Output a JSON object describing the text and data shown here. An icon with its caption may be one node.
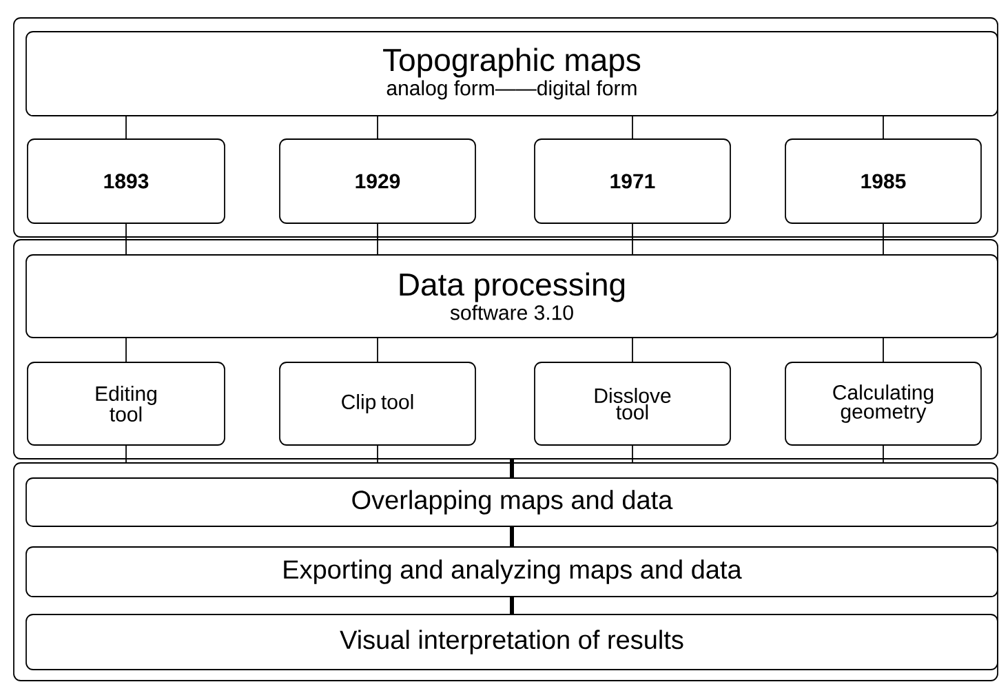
{
  "diagram": {
    "nodes": [
      {
        "text": [],
        "shape": "box"
      },
      {
        "text": [
          "Topographic maps",
          "analog form——digital form"
        ],
        "in": 0
      },
      {
        "text": [
          "1893"
        ],
        "in": 0
      },
      {
        "text": [
          "1929"
        ],
        "in": 0
      },
      {
        "text": [
          "1971"
        ],
        "in": 0
      },
      {
        "text": [
          "1985"
        ],
        "in": 0
      },
      {
        "text": [],
        "shape": "box"
      },
      {
        "text": [
          "Data processing",
          "software 3.10"
        ],
        "in": 6
      },
      {
        "text": [
          "Editing tool"
        ],
        "in": 6
      },
      {
        "text": [
          "Clip tool"
        ],
        "in": 6
      },
      {
        "text": [
          "Disslove tool"
        ],
        "in": 6
      },
      {
        "text": [
          "Calculating geometry"
        ],
        "in": 6
      },
      {
        "text": [],
        "shape": "box"
      },
      {
        "text": [
          "Overlapping maps and data"
        ],
        "in": 12
      },
      {
        "text": [
          "Exporting and analyzing maps and data"
        ],
        "in": 12
      },
      {
        "text": [
          "Visual interpretation of results"
        ],
        "in": 12
      }
    ],
    "edges": [
      {
        "from": 1,
        "to": 2,
        "arrow": "none"
      },
      {
        "from": 1,
        "to": 3,
        "arrow": "none"
      },
      {
        "from": 1,
        "to": 4,
        "arrow": "none"
      },
      {
        "from": 1,
        "to": 5,
        "arrow": "none"
      },
      {
        "from": 2,
        "to": 7,
        "arrow": "none"
      },
      {
        "from": 3,
        "to": 7,
        "arrow": "none"
      },
      {
        "from": 4,
        "to": 7,
        "arrow": "none"
      },
      {
        "from": 5,
        "to": 7,
        "arrow": "none"
      },
      {
        "from": 7,
        "to": 8,
        "arrow": "none"
      },
      {
        "from": 7,
        "to": 9,
        "arrow": "none"
      },
      {
        "from": 7,
        "to": 10,
        "arrow": "none"
      },
      {
        "from": 7,
        "to": 11,
        "arrow": "none"
      },
      {
        "from": 8,
        "to": 12,
        "arrow": "none"
      },
      {
        "from": 9,
        "to": 12,
        "arrow": "none"
      },
      {
        "from": 10,
        "to": 12,
        "arrow": "none"
      },
      {
        "from": 11,
        "to": 12,
        "arrow": "none"
      },
      {
        "from": 6,
        "to": 13,
        "arrow": "none",
        "style": "thick"
      },
      {
        "from": 13,
        "to": 14,
        "arrow": "none",
        "style": "thick"
      },
      {
        "from": 14,
        "to": 15,
        "arrow": "none",
        "style": "thick"
      }
    ]
  }
}
